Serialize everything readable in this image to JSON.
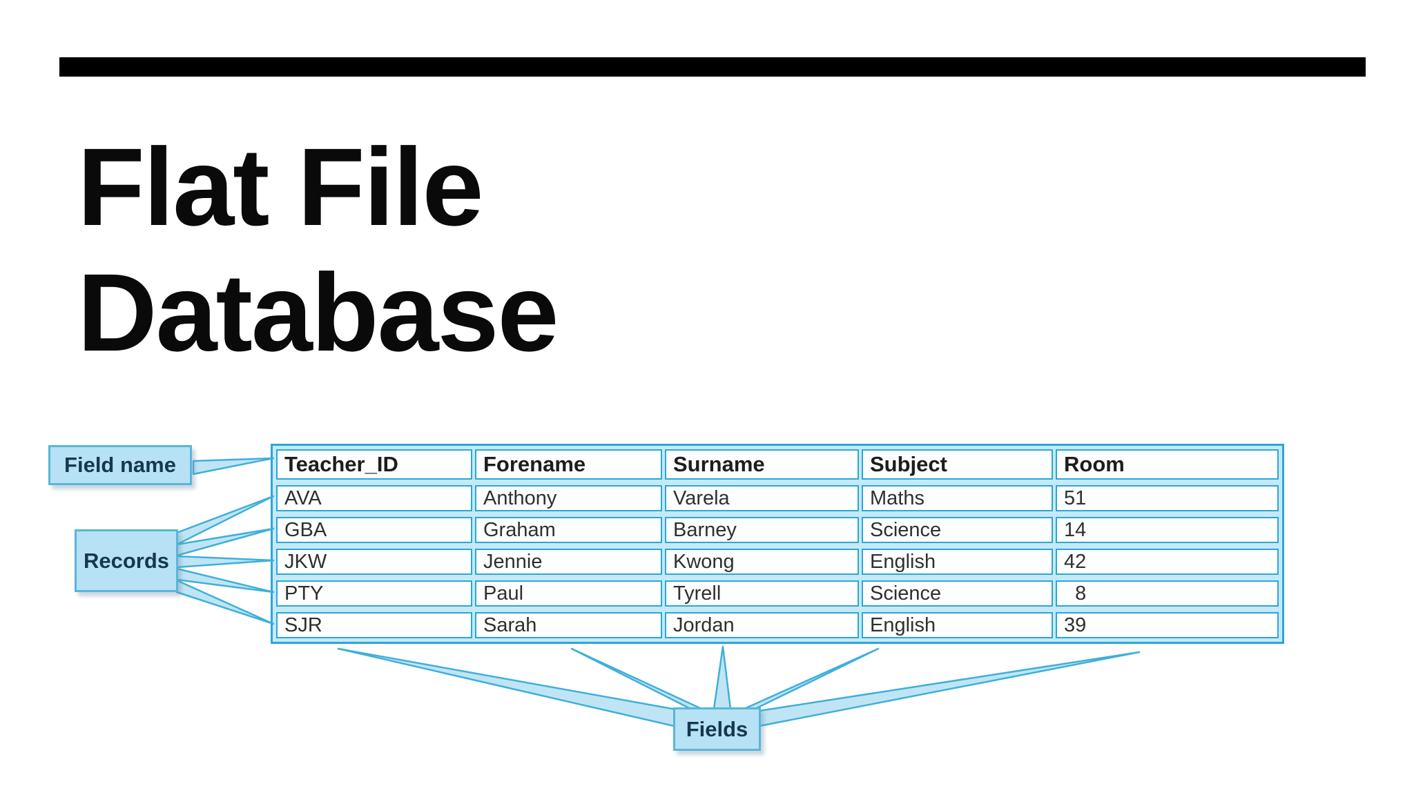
{
  "title": {
    "line1": "Flat File",
    "line2": "Database"
  },
  "diagram": {
    "labels": {
      "field_name": "Field name",
      "records": "Records",
      "fields": "Fields"
    },
    "table": {
      "columns": [
        "Teacher_ID",
        "Forename",
        "Surname",
        "Subject",
        "Room"
      ],
      "rows": [
        [
          "AVA",
          "Anthony",
          "Varela",
          "Maths",
          "51"
        ],
        [
          "GBA",
          "Graham",
          "Barney",
          "Science",
          "14"
        ],
        [
          "JKW",
          "Jennie",
          "Kwong",
          "English",
          "42"
        ],
        [
          "PTY",
          "Paul",
          "Tyrell",
          "Science",
          "  8"
        ],
        [
          "SJR",
          "Sarah",
          "Jordan",
          "English",
          "39"
        ]
      ]
    },
    "colors": {
      "table_border": "#29a7d8",
      "table_gap": "#c6e9f7",
      "label_fill": "#b7e2f5",
      "label_border": "#58b6da",
      "label_text": "#16384e",
      "connector_fill": "#bfe5f5",
      "connector_stroke": "#3fafda",
      "accent_bar": "#000000"
    }
  }
}
